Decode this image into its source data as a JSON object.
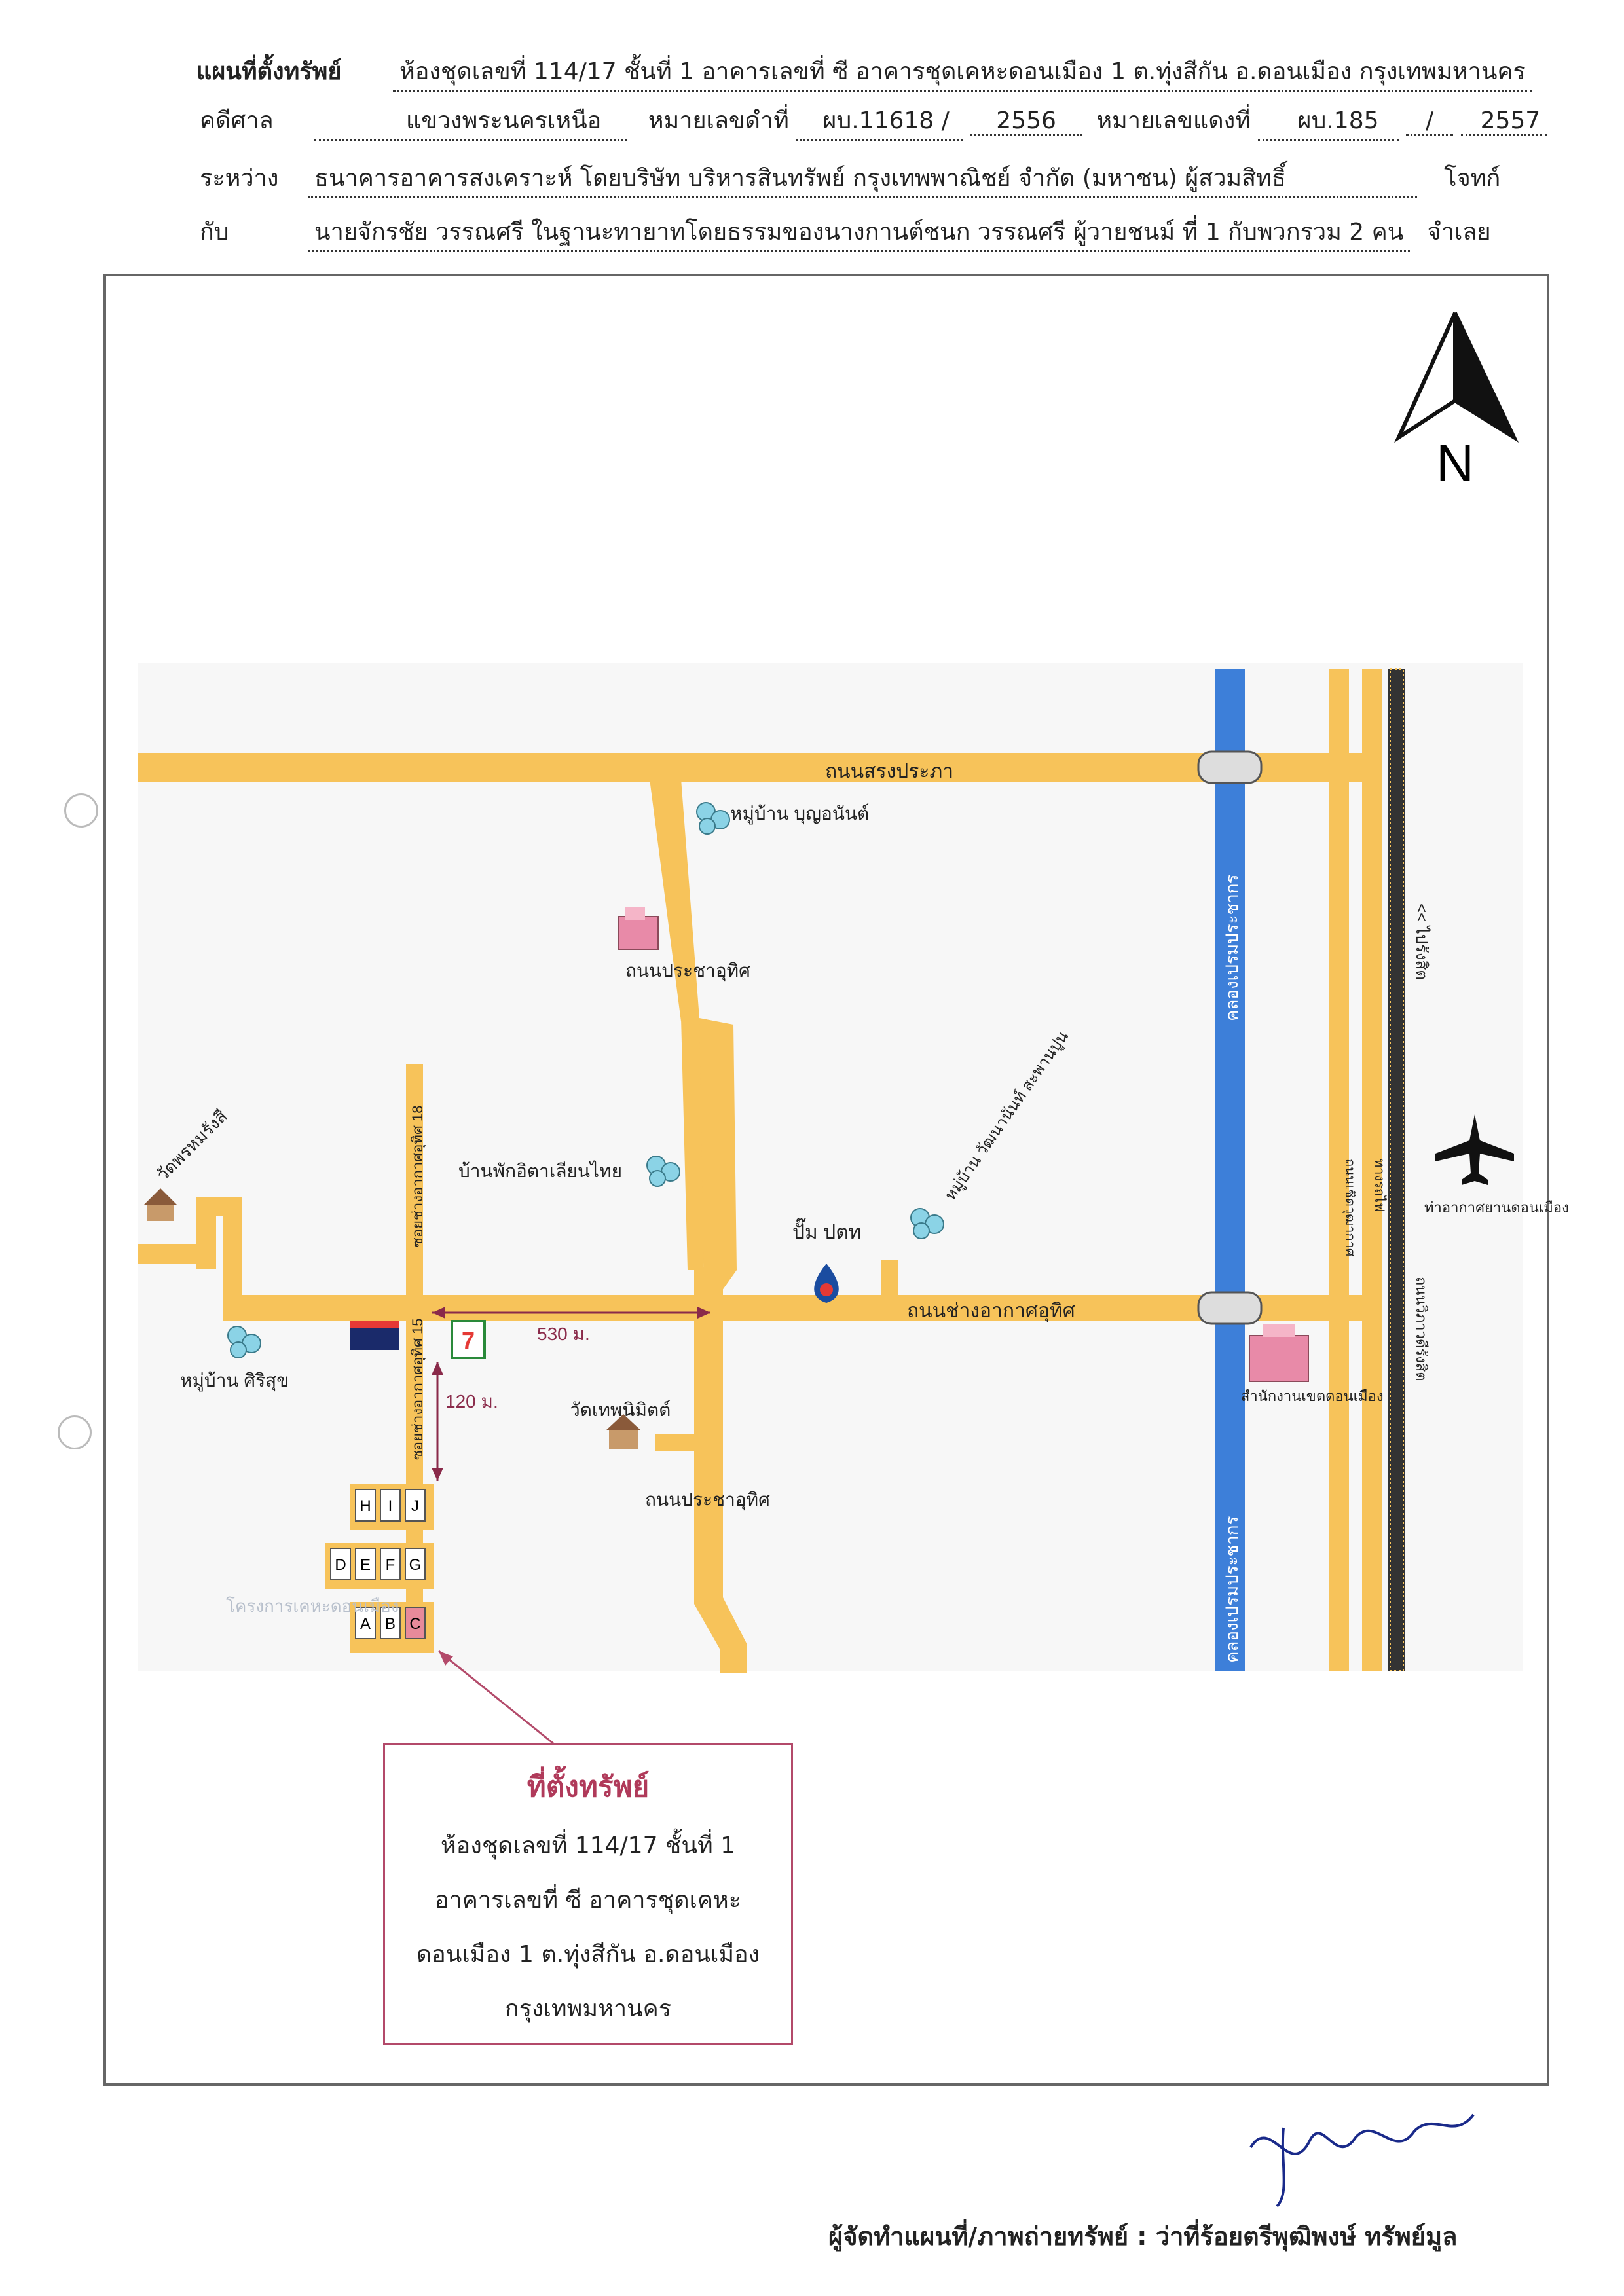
{
  "header": {
    "title_label": "แผนที่ตั้งทรัพย์",
    "title_text": "ห้องชุดเลขที่ 114/17 ชั้นที่ 1 อาคารเลขที่ ซี อาคารชุดเคหะดอนเมือง 1 ต.ทุ่งสีกัน อ.ดอนเมือง กรุงเทพมหานคร",
    "court_label": "คดีศาล",
    "court_value": "แขวงพระนครเหนือ",
    "black_case_label": "หมายเลขดำที่",
    "black_case_no": "ผบ.11618 /",
    "black_case_year": "2556",
    "red_case_label": "หมายเลขแดงที่",
    "red_case_no": "ผบ.185",
    "red_case_sep": "/",
    "red_case_year": "2557",
    "between_label": "ระหว่าง",
    "plaintiff": "ธนาคารอาคารสงเคราะห์ โดยบริษัท บริหารสินทรัพย์ กรุงเทพพาณิชย์ จำกัด (มหาชน) ผู้สวมสิทธิ์",
    "plaintiff_role": "โจทก์",
    "with_label": "กับ",
    "defendant": "นายจักรชัย วรรณศรี ในฐานะทายาทโดยธรรมของนางกานต์ชนก วรรณศรี ผู้วายชนม์ ที่ 1 กับพวกรวม 2 คน",
    "defendant_role": "จำเลย"
  },
  "map": {
    "north": "N",
    "roads": {
      "songprapa": "ถนนสรงประภา",
      "prachautit_north": "ถนนประชาอุทิศ",
      "prachautit_south": "ถนนประชาอุทิศ",
      "chang_akat_utit": "ถนนช่างอากาศอุทิศ",
      "soi_18": "ซอยช่างอากาศอุทิศ 18",
      "soi_15": "ซอยช่างอากาศอุทิศ 15",
      "vibhavadi_rangsit": "ถนนวิภาวดีรังสิต",
      "rail_line": "ทางรถไฟ",
      "to_rangsit": "<< ไปรังสิต",
      "kamphaeng": "ถนนเชิดวุฒากาศ"
    },
    "canals": {
      "upper": "คลองเปรมประชากร",
      "lower": "คลองเปรมประชากร"
    },
    "places": {
      "boonyanan": "หมู่บ้าน บุญอนันต์",
      "italian_thai": "บ้านพักอิตาเลียนไทย",
      "sirisuk": "หมู่บ้าน ศิริสุข",
      "sahapan": "หมู่บ้าน วัฒนานันท์ สะพานปูน",
      "wat_phrommarangsi": "วัดพรหมรังสี",
      "wat_thepnimit": "วัดเทพนิมิตต์",
      "ptt": "ปั๊ม ปตท",
      "district_office": "สำนักงานเขตดอนเมือง",
      "airport": "ท่าอากาศยานดอนเมือง",
      "project": "โครงการเคหะดอนเมือง",
      "tesco": "Tesco Lotus Express",
      "seven_eleven": "7-Eleven"
    },
    "distances": {
      "horizontal": "530 ม.",
      "vertical": "120 ม."
    },
    "buildings": [
      "H",
      "I",
      "J",
      "D",
      "E",
      "F",
      "G",
      "A",
      "B",
      "C"
    ],
    "highlight_building": "C"
  },
  "location_box": {
    "title": "ที่ตั้งทรัพย์",
    "line1": "ห้องชุดเลขที่ 114/17 ชั้นที่ 1",
    "line2": "อาคารเลขที่ ซี อาคารชุดเคหะ",
    "line3": "ดอนเมือง 1 ต.ทุ่งสีกัน อ.ดอนเมือง",
    "line4": "กรุงเทพมหานคร"
  },
  "footer": {
    "preparer": "ผู้จัดทำแผนที่/ภาพถ่ายทรัพย์ : ว่าที่ร้อยตรีพุฒิพงษ์ ทรัพย์มูล"
  },
  "colors": {
    "road": "#F7C35A",
    "canal": "#3D7FD9",
    "rail": "#333333",
    "highlight": "#E88A9A",
    "accent": "#b03a5a"
  }
}
